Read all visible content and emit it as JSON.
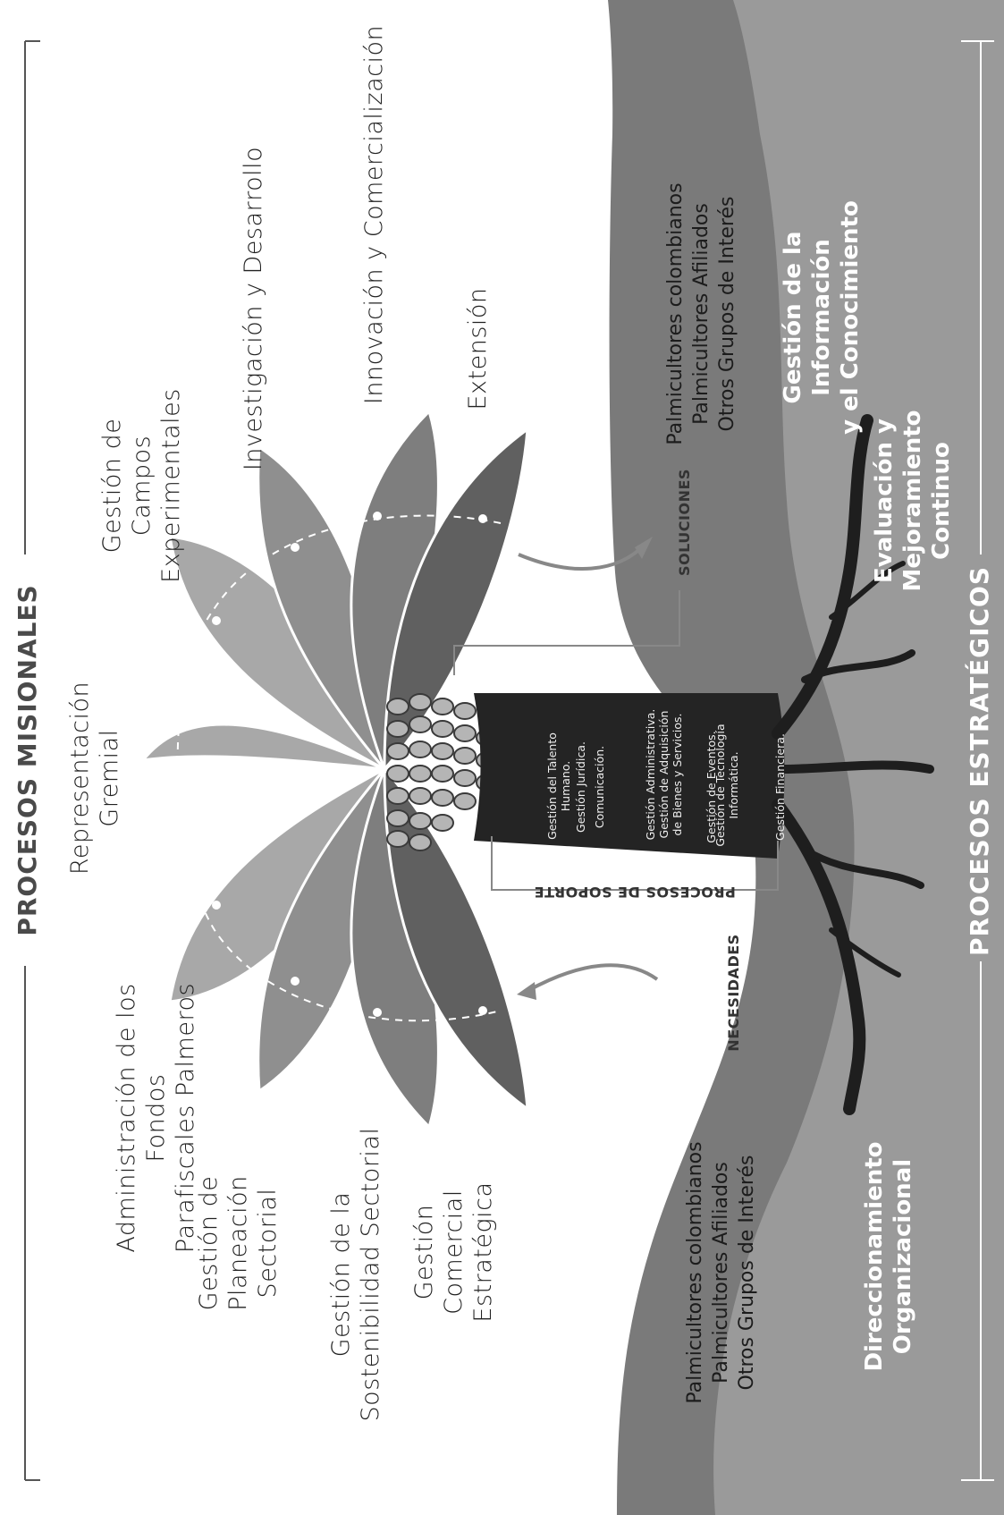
{
  "colors": {
    "band_dark": "#7a7a7a",
    "band_light": "#9c9c9c",
    "leaf_light": "#a8a8a8",
    "leaf_mid": "#8d8d8d",
    "leaf_dark": "#6e6e6e",
    "leaf_darkest": "#5a5a5a",
    "trunk": "#242424",
    "roots": "#1e1e1e",
    "text_dark": "#222222",
    "text_light": "#ffffff"
  },
  "titles": {
    "misionales": "PROCESOS MISIONALES",
    "estrategicos": "PROCESOS ESTRATÉGICOS",
    "soporte": "PROCESOS DE SOPORTE"
  },
  "mission_processes": {
    "top": [
      "Representación\nGremial",
      "Gestión de Campos\nExperimentales",
      "Investigación y Desarrollo",
      "Innovación y Comercialización",
      "Extensión"
    ],
    "bottom": [
      "Administración de los Fondos\nParafiscales Palmeros",
      "Gestión de Planeación\nSectorial",
      "Gestión de la\nSostenibilidad Sectorial",
      "Gestión Comercial\nEstratégica"
    ]
  },
  "support_processes": [
    "Gestión del Talento\nHumano.",
    "Gestión Jurídica.",
    "Comunicación.",
    "Gestión Administrativa.\nGestión de Adquisición\nde Bienes y Servicios.",
    "Gestión de Eventos.",
    "Gestión de Tecnología\nInformática.",
    "Gestión Financiera."
  ],
  "strategic_processes": [
    "Gestión de la Información\ny el Conocimiento",
    "Evaluación y Mejoramiento\nContinuo",
    "Direccionamiento\nOrganizacional"
  ],
  "soluciones": {
    "label": "SOLUCIONES",
    "items": [
      "Palmicultores colombianos",
      "Palmicultores Afiliados",
      "Otros Grupos de Interés"
    ]
  },
  "necesidades": {
    "label": "NECESIDADES",
    "items": [
      "Palmicultores colombianos",
      "Palmicultores Afiliados",
      "Otros Grupos de Interés"
    ]
  }
}
